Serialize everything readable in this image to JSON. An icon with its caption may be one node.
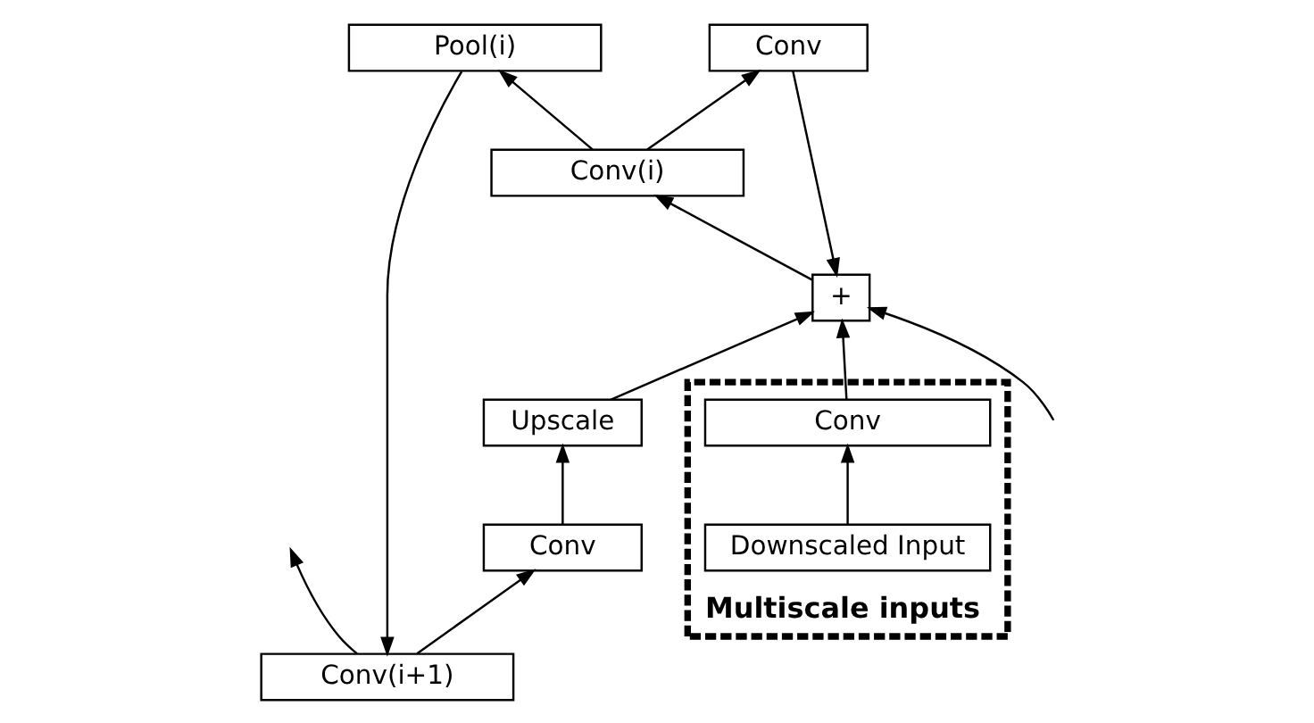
{
  "diagram": {
    "nodes": [
      {
        "text": [
          "Conv(i+1)"
        ]
      },
      {
        "text": [
          "Pool(i)"
        ]
      },
      {
        "text": [
          "Conv(i)"
        ]
      },
      {
        "text": [
          "Conv"
        ]
      },
      {
        "text": [
          "Conv"
        ]
      },
      {
        "text": [
          "Upscale"
        ]
      },
      {
        "text": [
          "Multiscale inputs"
        ]
      },
      {
        "text": [
          "Downscaled Input"
        ],
        "in": 6
      },
      {
        "text": [
          "Conv"
        ],
        "in": 6
      },
      {
        "text": [
          "+"
        ]
      }
    ],
    "edges": [
      {
        "from": null,
        "to": 9,
        "arrow": "to"
      },
      {
        "from": 9,
        "to": 2,
        "arrow": "to"
      },
      {
        "from": 2,
        "to": 1,
        "arrow": "to"
      },
      {
        "from": 2,
        "to": 3,
        "arrow": "to"
      },
      {
        "from": 1,
        "to": 0,
        "arrow": "to"
      },
      {
        "from": 0,
        "to": null,
        "arrow": "to"
      },
      {
        "from": 0,
        "to": 4,
        "arrow": "to"
      },
      {
        "from": 4,
        "to": 5,
        "arrow": "to"
      },
      {
        "from": 7,
        "to": 8,
        "arrow": "to"
      },
      {
        "from": 3,
        "to": 9,
        "arrow": "to"
      },
      {
        "from": 5,
        "to": 9,
        "arrow": "to"
      },
      {
        "from": 8,
        "to": 9,
        "arrow": "to"
      }
    ]
  }
}
